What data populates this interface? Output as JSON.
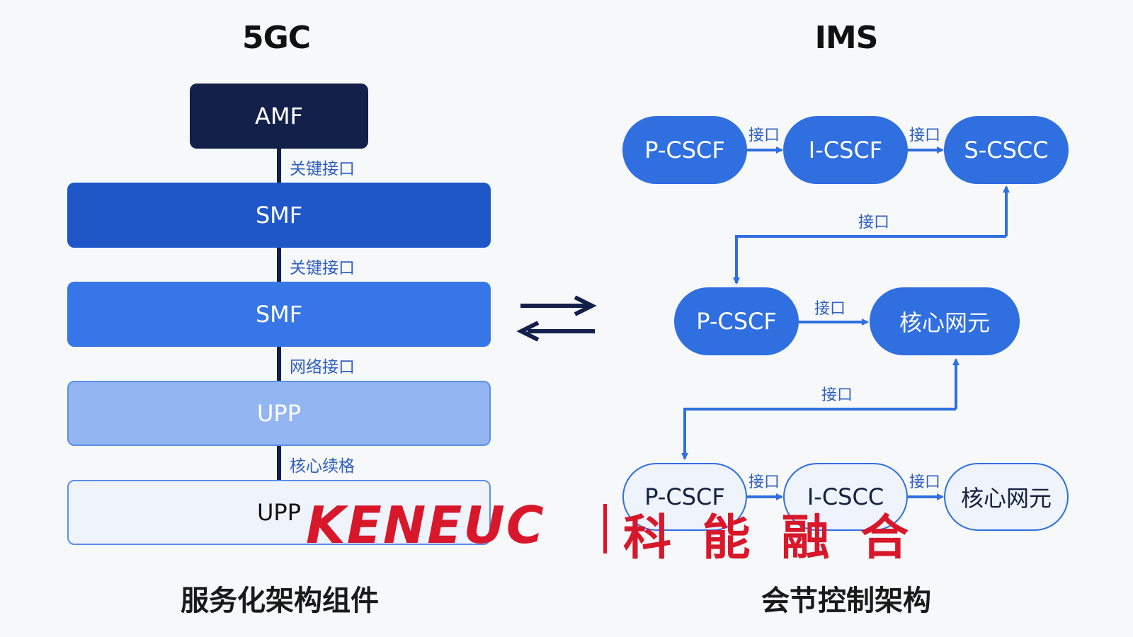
{
  "left": {
    "title": "5GC",
    "caption": "服务化架构组件",
    "boxes": [
      "AMF",
      "SMF",
      "SMF",
      "UPP",
      "UPP"
    ],
    "links": [
      "关键接口",
      "关键接口",
      "网络接口",
      "核心续格"
    ]
  },
  "right": {
    "title": "IMS",
    "caption": "会节控制架构",
    "row1": [
      "P-CSCF",
      "I-CSCF",
      "S-CSCC"
    ],
    "row2": [
      "P-CSCF",
      "核心网元"
    ],
    "row3": [
      "P-CSCF",
      "I-CSCC",
      "核心网元"
    ],
    "interface_label": "接口"
  },
  "watermark": {
    "brand": "KENEUC",
    "cn": "科 能 融 合"
  },
  "colors": {
    "navy": "#12204a",
    "blue_dark": "#1f56c8",
    "blue_mid": "#3676e6",
    "blue_light": "#93b6f3",
    "blue_pale": "#eef3fc",
    "accent": "#2f6fe0",
    "watermark_red": "#d8172a"
  }
}
